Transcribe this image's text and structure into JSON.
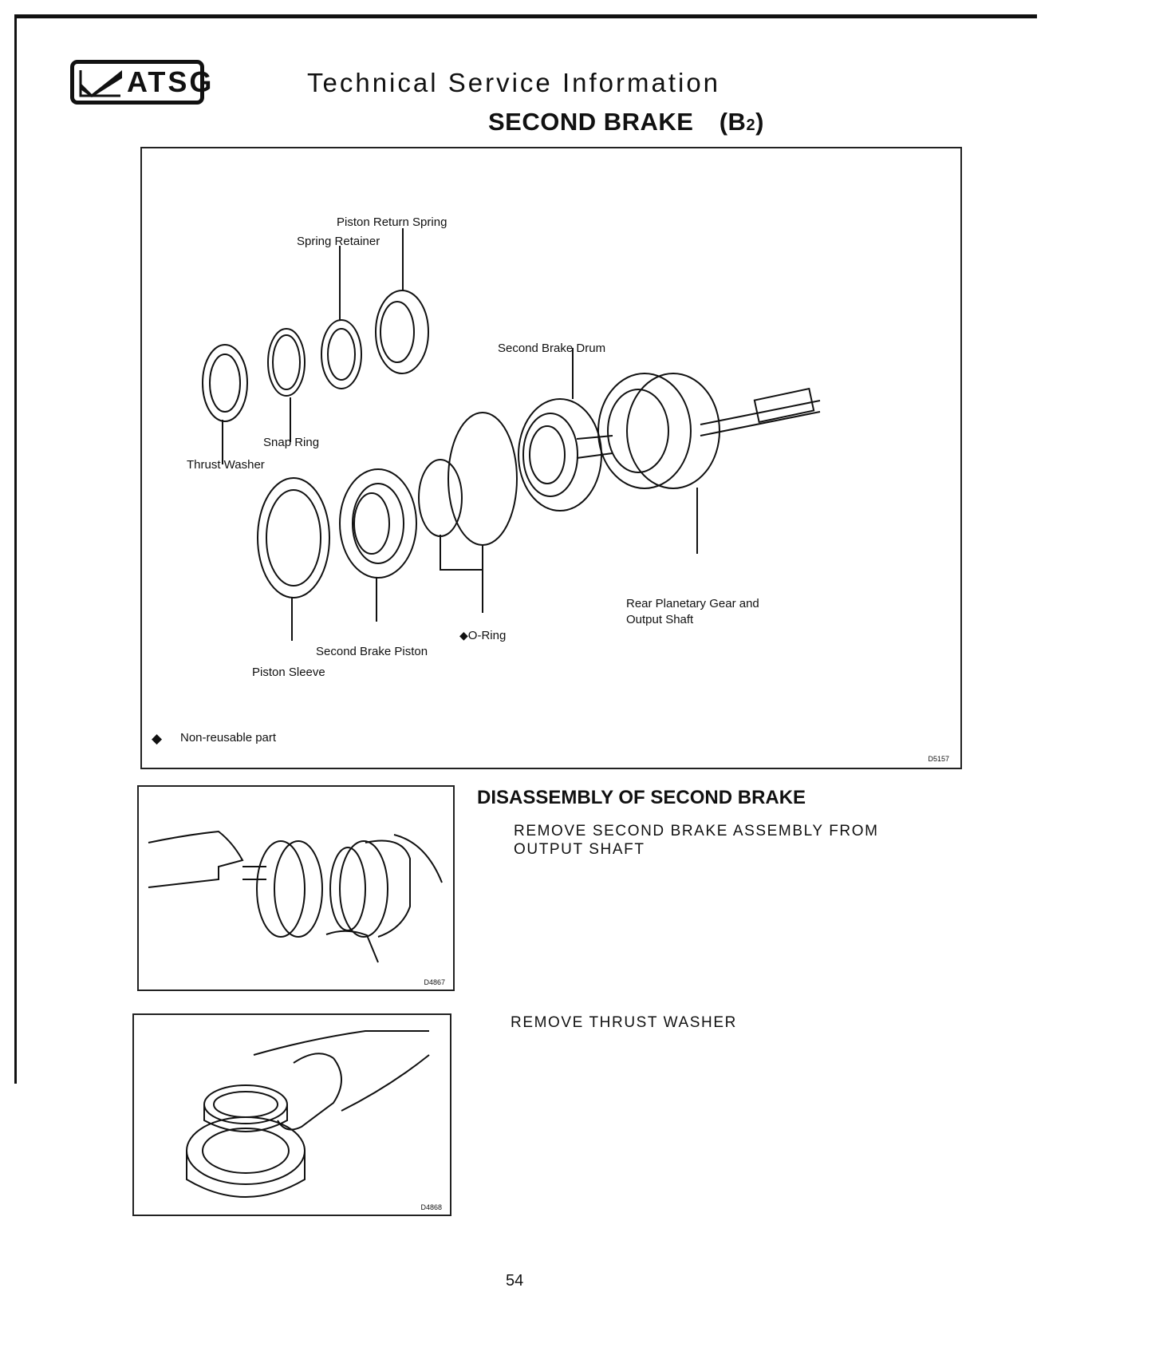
{
  "header": {
    "logo_text": "ATSG",
    "title": "Technical Service Information"
  },
  "page_title": {
    "main": "SECOND BRAKE",
    "paren_open": "(B",
    "subscript": "2",
    "paren_close": ")"
  },
  "figure_main": {
    "labels": {
      "piston_return_spring": "Piston Return Spring",
      "spring_retainer": "Spring Retainer",
      "snap_ring": "Snap Ring",
      "thrust_washer": "Thrust Washer",
      "second_brake_drum": "Second Brake Drum",
      "rear_planetary_line1": "Rear Planetary Gear and",
      "rear_planetary_line2": "Output Shaft",
      "o_ring": "O-Ring",
      "second_brake_piston": "Second Brake Piston",
      "piston_sleeve": "Piston Sleeve"
    },
    "legend": "Non-reusable part",
    "code": "D5157"
  },
  "section": {
    "heading": "DISASSEMBLY OF SECOND BRAKE",
    "step1_line1": "REMOVE SECOND BRAKE ASSEMBLY FROM",
    "step1_line2": "OUTPUT SHAFT",
    "step2": "REMOVE THRUST WASHER"
  },
  "figure_small1": {
    "code": "D4867"
  },
  "figure_small2": {
    "code": "D4868"
  },
  "page_number": "54"
}
